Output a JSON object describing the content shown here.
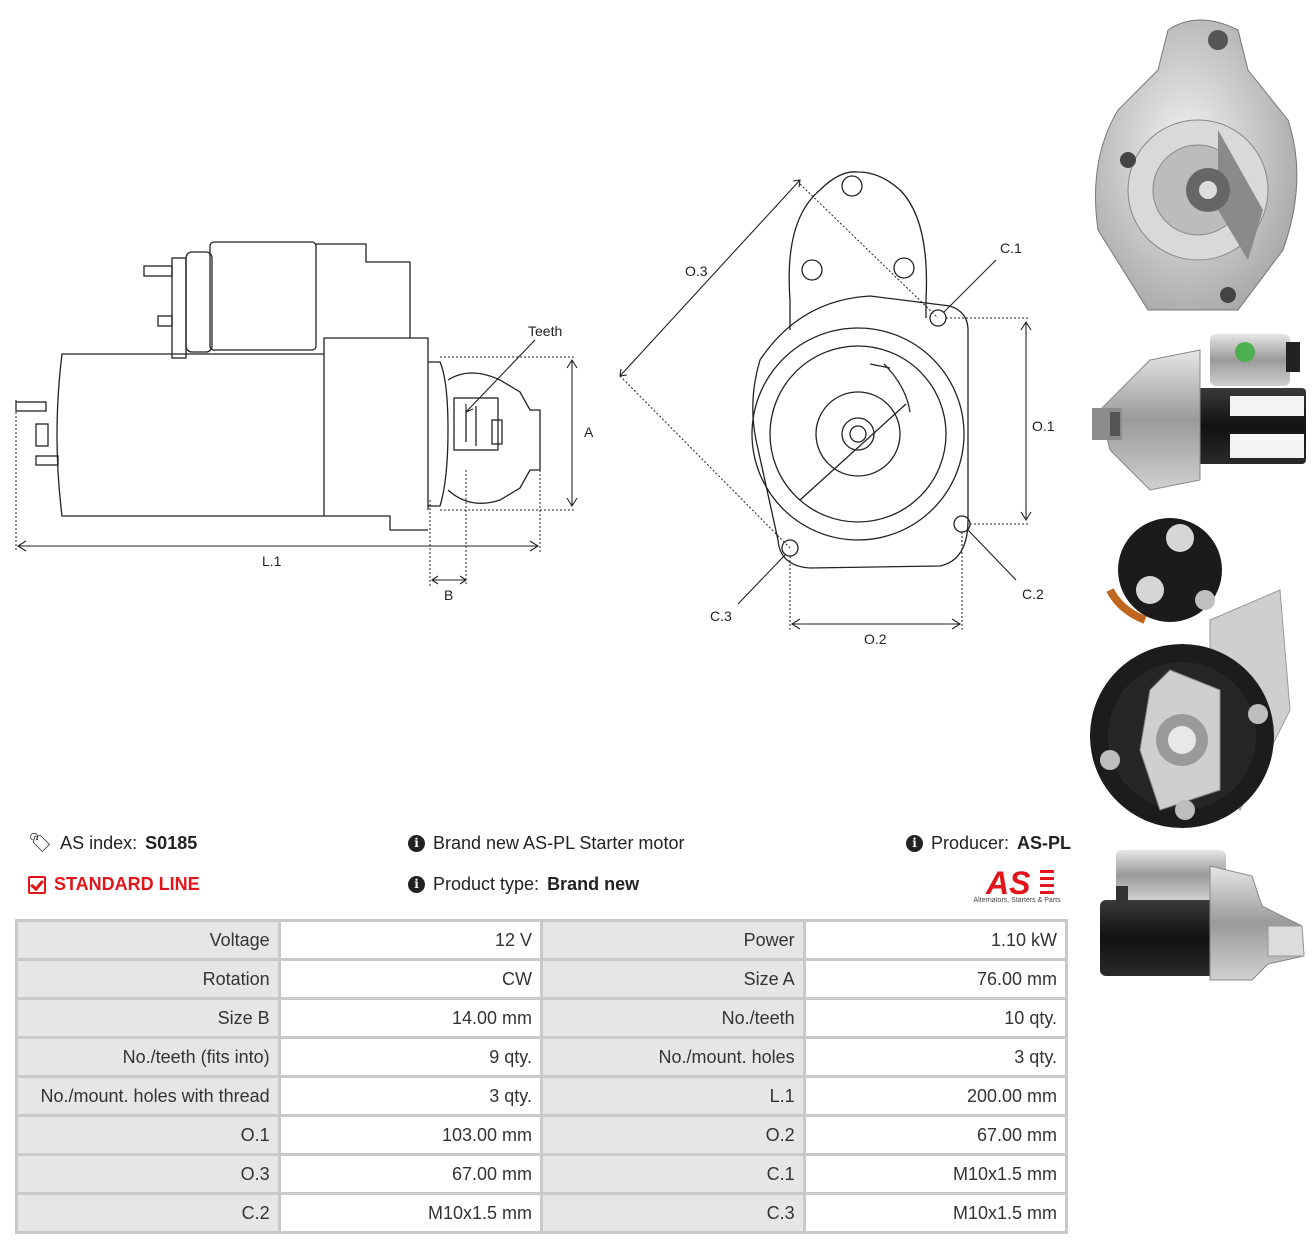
{
  "drawing": {
    "side_view": {
      "teeth_label": "Teeth",
      "dim_a": "A",
      "dim_l1": "L.1",
      "dim_b": "B"
    },
    "front_view": {
      "dim_o1": "O.1",
      "dim_o2": "O.2",
      "dim_o3": "O.3",
      "dim_c1": "C.1",
      "dim_c2": "C.2",
      "dim_c3": "C.3"
    }
  },
  "header": {
    "index_label": "AS index:",
    "index_value": "S0185",
    "line_label": "STANDARD LINE",
    "description": "Brand new AS-PL Starter motor",
    "product_type_label": "Product type:",
    "product_type_value": "Brand new",
    "producer_label": "Producer:",
    "producer_value": "AS-PL",
    "logo_text": "AS",
    "logo_tagline": "Alternators, Starters & Parts",
    "brand_color": "#e2141c"
  },
  "specs": [
    {
      "k1": "Voltage",
      "v1": "12 V",
      "k2": "Power",
      "v2": "1.10 kW"
    },
    {
      "k1": "Rotation",
      "v1": "CW",
      "k2": "Size A",
      "v2": "76.00 mm"
    },
    {
      "k1": "Size B",
      "v1": "14.00 mm",
      "k2": "No./teeth",
      "v2": "10 qty."
    },
    {
      "k1": "No./teeth (fits into)",
      "v1": "9 qty.",
      "k2": "No./mount. holes",
      "v2": "3 qty."
    },
    {
      "k1": "No./mount. holes with thread",
      "v1": "3 qty.",
      "k2": "L.1",
      "v2": "200.00 mm"
    },
    {
      "k1": "O.1",
      "v1": "103.00 mm",
      "k2": "O.2",
      "v2": "67.00 mm"
    },
    {
      "k1": "O.3",
      "v1": "67.00 mm",
      "k2": "C.1",
      "v2": "M10x1.5 mm"
    },
    {
      "k1": "C.2",
      "v1": "M10x1.5 mm",
      "k2": "C.3",
      "v2": "M10x1.5 mm"
    }
  ]
}
